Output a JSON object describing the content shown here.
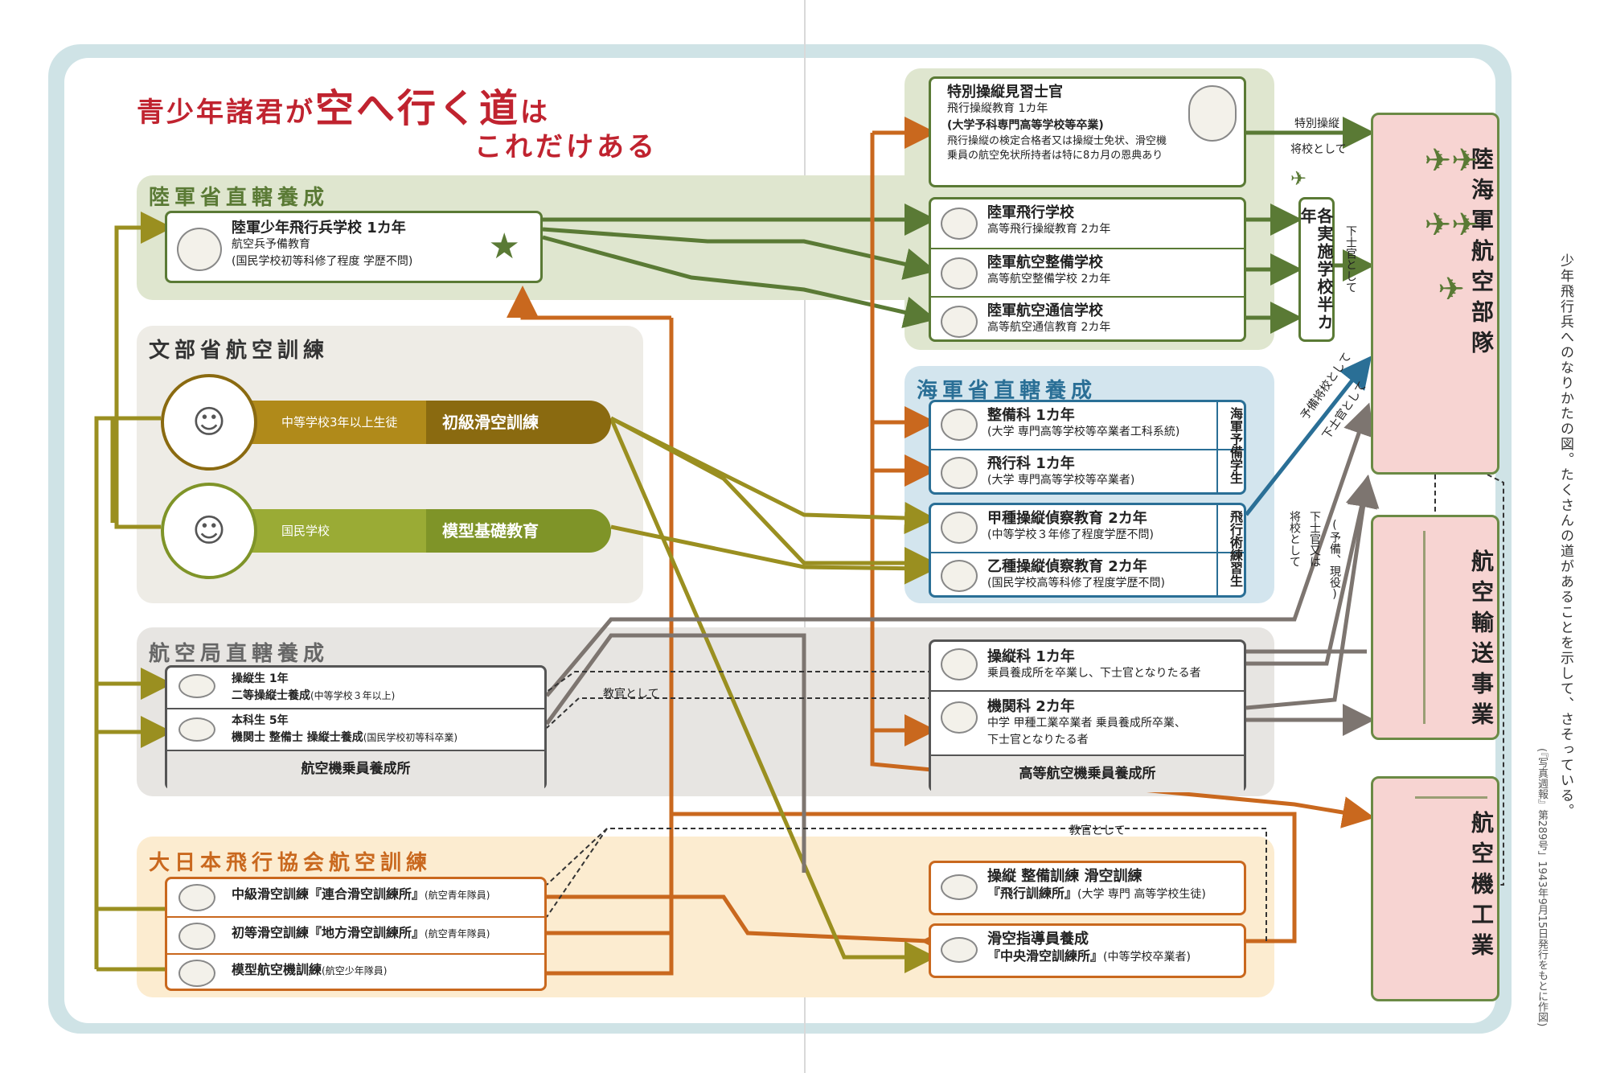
{
  "title": {
    "line1_a": "青少年諸君が",
    "line1_b": "空へ行く道",
    "line1_c": "は",
    "line2": "これだけある"
  },
  "sections": {
    "army": "陸軍省直轄養成",
    "mombu": "文部省航空訓練",
    "navy": "海軍省直轄養成",
    "kokukyoku": "航空局直轄養成",
    "dainippon": "大日本飛行協会航空訓練"
  },
  "army_school": {
    "title": "陸軍少年飛行兵学校 1カ年",
    "line2": "航空兵予備教育",
    "line3": "(国民学校初等科修了程度 学歴不問)"
  },
  "special": {
    "title": "特別操縦見習士官",
    "line2": "飛行操縦教育 1カ年",
    "line3": "(大学予科専門高等学校等卒業)",
    "line4": "飛行操縦の検定合格者又は操縦士免状、滑空機",
    "line5": "乗員の航空免状所持者は特に8カ月の恩典あり"
  },
  "army_schools": [
    {
      "title": "陸軍飛行学校",
      "sub": "高等飛行操縦教育 2カ年"
    },
    {
      "title": "陸軍航空整備学校",
      "sub": "高等航空整備学校 2カ年"
    },
    {
      "title": "陸軍航空通信学校",
      "sub": "高等航空通信教育 2カ年"
    }
  ],
  "jisshi": "各実施学校半カ年",
  "mombu_rows": [
    {
      "left": "中等学校3年以上生徒",
      "right": "初級滑空訓練"
    },
    {
      "left": "国民学校",
      "right": "模型基礎教育"
    }
  ],
  "navy_reserve": [
    {
      "title": "整備科 1カ年",
      "sub": "(大学 専門高等学校等卒業者工科系統)"
    },
    {
      "title": "飛行科 1カ年",
      "sub": "(大学 専門高等学校等卒業者)"
    }
  ],
  "navy_reserve_label": "海軍予備学生",
  "navy_cadet": [
    {
      "title": "甲種操縦偵察教育 2カ年",
      "sub": "(中等学校３年修了程度学歴不問)"
    },
    {
      "title": "乙種操縦偵察教育 2カ年",
      "sub": "(国民学校高等科修了程度学歴不問)"
    }
  ],
  "navy_cadet_label": "飛行術練習生",
  "kokukyoku_left": [
    {
      "title": "操縦生 1年",
      "sub": "二等操縦士養成",
      "note": "(中等学校３年以上)"
    },
    {
      "title": "本科生 5年",
      "sub": "機関士 整備士 操縦士養成",
      "note": "(国民学校初等科卒業)"
    }
  ],
  "kokukyoku_left_footer": "航空機乗員養成所",
  "kokukyoku_right": [
    {
      "title": "操縦科 1カ年",
      "sub": "乗員養成所を卒業し、下士官となりたる者"
    },
    {
      "title": "機関科 2カ年",
      "sub": "中学 甲種工業卒業者 乗員養成所卒業、",
      "sub2": "下士官となりたる者"
    }
  ],
  "kokukyoku_right_footer": "高等航空機乗員養成所",
  "dai_left": [
    {
      "title": "中級滑空訓練『連合滑空訓練所』",
      "note": "(航空青年隊員)"
    },
    {
      "title": "初等滑空訓練『地方滑空訓練所』",
      "note": "(航空青年隊員)"
    },
    {
      "title": "模型航空機訓練",
      "note": "(航空少年隊員)"
    }
  ],
  "dai_right": [
    {
      "title": "操縦 整備訓練 滑空訓練",
      "sub": "『飛行訓練所』",
      "note": "(大学 専門 高等学校生徒)"
    },
    {
      "title": "滑空指導員養成",
      "sub": "『中央滑空訓練所』",
      "note": "(中等学校卒業者)"
    }
  ],
  "destinations": [
    "陸海軍航空部隊",
    "航空輸送事業",
    "航空機工業"
  ],
  "labels": {
    "tokubetsu": "特別操縦",
    "shoko": "将校として",
    "kashikan": "下士官として",
    "yobi": "予備将校として",
    "kashikan2": "下士官として",
    "yobi_geneki": "(予備、現役)",
    "kashikan_mata": "下士官又は",
    "shoko2": "将校として",
    "kyokan1": "教官として",
    "kyokan2": "教官として"
  },
  "side_note": "少年飛行兵へのなりかたの図。たくさんの道があることを示して、さそっている。",
  "source_note": "(『写真週報』第289号」1943年9月15日発行をもとに作図)",
  "colors": {
    "army": "#5a7a35",
    "navy": "#2a6f96",
    "orange": "#c9681e",
    "olive": "#8a6a10",
    "gray": "#7d7570"
  }
}
